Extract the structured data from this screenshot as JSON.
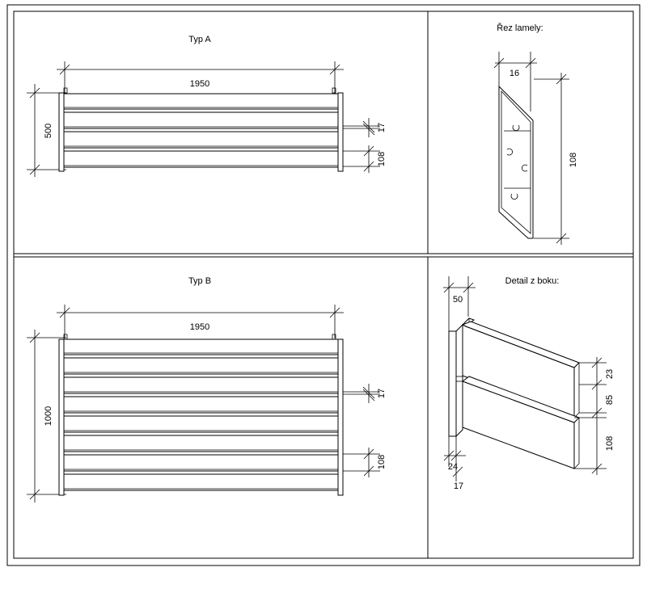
{
  "panels": {
    "type_a": {
      "title": "Typ A",
      "width_dim": "1950",
      "height_dim": "500",
      "gap_dim": "17",
      "slat_dim": "108",
      "slat_count": 4
    },
    "profile": {
      "title": "Řez lamely:",
      "top_dim": "16",
      "height_dim": "108"
    },
    "type_b": {
      "title": "Typ B",
      "width_dim": "1950",
      "height_dim": "1000",
      "gap_dim": "17",
      "slat_dim": "108",
      "slat_count": 8
    },
    "side_detail": {
      "title": "Detail z boku:",
      "post_dim": "50",
      "dim_top": "23",
      "dim_mid": "85",
      "dim_bottom": "108",
      "dim_foot_a": "24",
      "dim_foot_b": "17"
    }
  }
}
